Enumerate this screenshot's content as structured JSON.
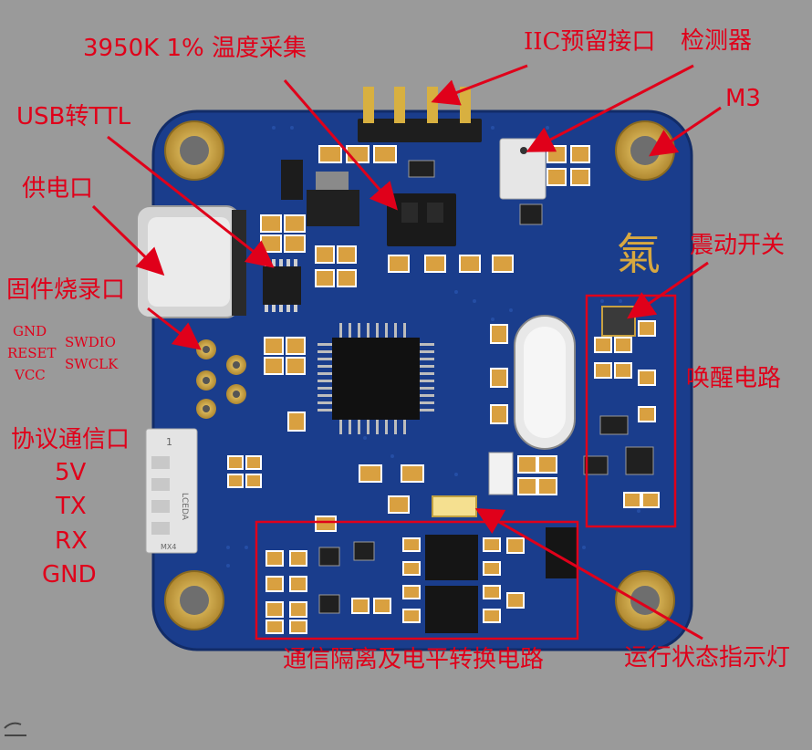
{
  "board": {
    "logo_char": "氣",
    "connector_top_text": "1",
    "connector_side_text": "LCEDA",
    "connector_bottom_text": "MX4"
  },
  "labels": {
    "temp": "3950K 1% 温度采集",
    "iic": "IIC预留接口",
    "detector": "检测器",
    "usb_ttl": "USB转TTL",
    "m3": "M3",
    "power": "供电口",
    "vibration_switch": "震动开关",
    "firmware_port": "固件烧录口",
    "gnd_small": "GND",
    "reset_small": "RESET",
    "vcc_small": "VCC",
    "swdio_small": "SWDIO",
    "swclk_small": "SWCLK",
    "wakeup": "唤醒电路",
    "protocol_port": "协议通信口",
    "v5": "5V",
    "tx": "TX",
    "rx": "RX",
    "gnd": "GND",
    "isolation": "通信隔离及电平转换电路",
    "status_led": "运行状态指示灯"
  },
  "colors": {
    "annotation_red": "#e0001a",
    "pcb_blue": "#1a3d8c",
    "background": "#9a9a9a",
    "gold": "#c8a040"
  }
}
